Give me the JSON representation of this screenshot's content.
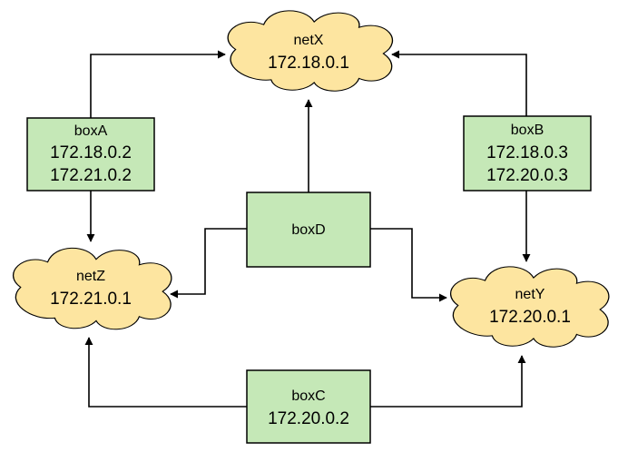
{
  "networks": {
    "netX": {
      "name": "netX",
      "ip": "172.18.0.1"
    },
    "netY": {
      "name": "netY",
      "ip": "172.20.0.1"
    },
    "netZ": {
      "name": "netZ",
      "ip": "172.21.0.1"
    }
  },
  "boxes": {
    "boxA": {
      "name": "boxA",
      "ips": [
        "172.18.0.2",
        "172.21.0.2"
      ]
    },
    "boxB": {
      "name": "boxB",
      "ips": [
        "172.18.0.3",
        "172.20.0.3"
      ]
    },
    "boxC": {
      "name": "boxC",
      "ips": [
        "172.20.0.2"
      ]
    },
    "boxD": {
      "name": "boxD",
      "ips": []
    }
  },
  "colors": {
    "box_fill": "#c5e8b7",
    "cloud_fill": "#fde5a0",
    "stroke": "#000000"
  }
}
